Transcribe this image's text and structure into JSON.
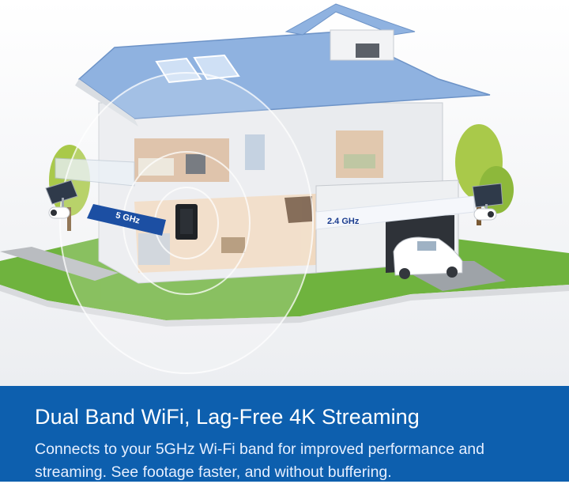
{
  "illustration": {
    "band_5ghz_label": "5 GHz",
    "band_24ghz_label": "2.4 GHz"
  },
  "footer": {
    "title": "Dual Band WiFi, Lag-Free 4K Streaming",
    "description": "Connects to your 5GHz Wi-Fi band for improved performance and streaming. See footage faster, and without buffering."
  },
  "colors": {
    "footer_background": "#0d5fae",
    "band_5ghz": "#1c4fa3",
    "band_24ghz": "#f5f7fb"
  },
  "icons": [
    "house-illustration",
    "router-icon",
    "camera-icon",
    "solar-panel-icon",
    "car-icon",
    "tree-icon"
  ]
}
